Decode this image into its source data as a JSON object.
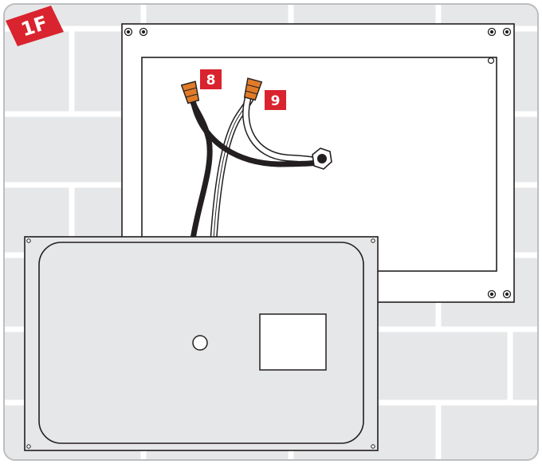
{
  "figure": {
    "step_badge": "1F",
    "callouts": [
      {
        "id": "8",
        "text": "8"
      },
      {
        "id": "9",
        "text": "9"
      }
    ]
  },
  "colors": {
    "wall_fill": "#e6e7e8",
    "grout": "#ffffff",
    "outline": "#231f20",
    "panel_fill": "#ffffff",
    "cover_fill": "#e6e7e8",
    "badge_red": "#d9232e",
    "wire_nut_orange": "#e07b28",
    "black_wire": "#231f20",
    "white_wire": "#ffffff"
  },
  "icons": {
    "step_badge": "step-1f-badge-icon",
    "wire_nut": "wire-nut-icon",
    "conduit_connector": "conduit-connector-icon",
    "screw": "screw-icon"
  }
}
